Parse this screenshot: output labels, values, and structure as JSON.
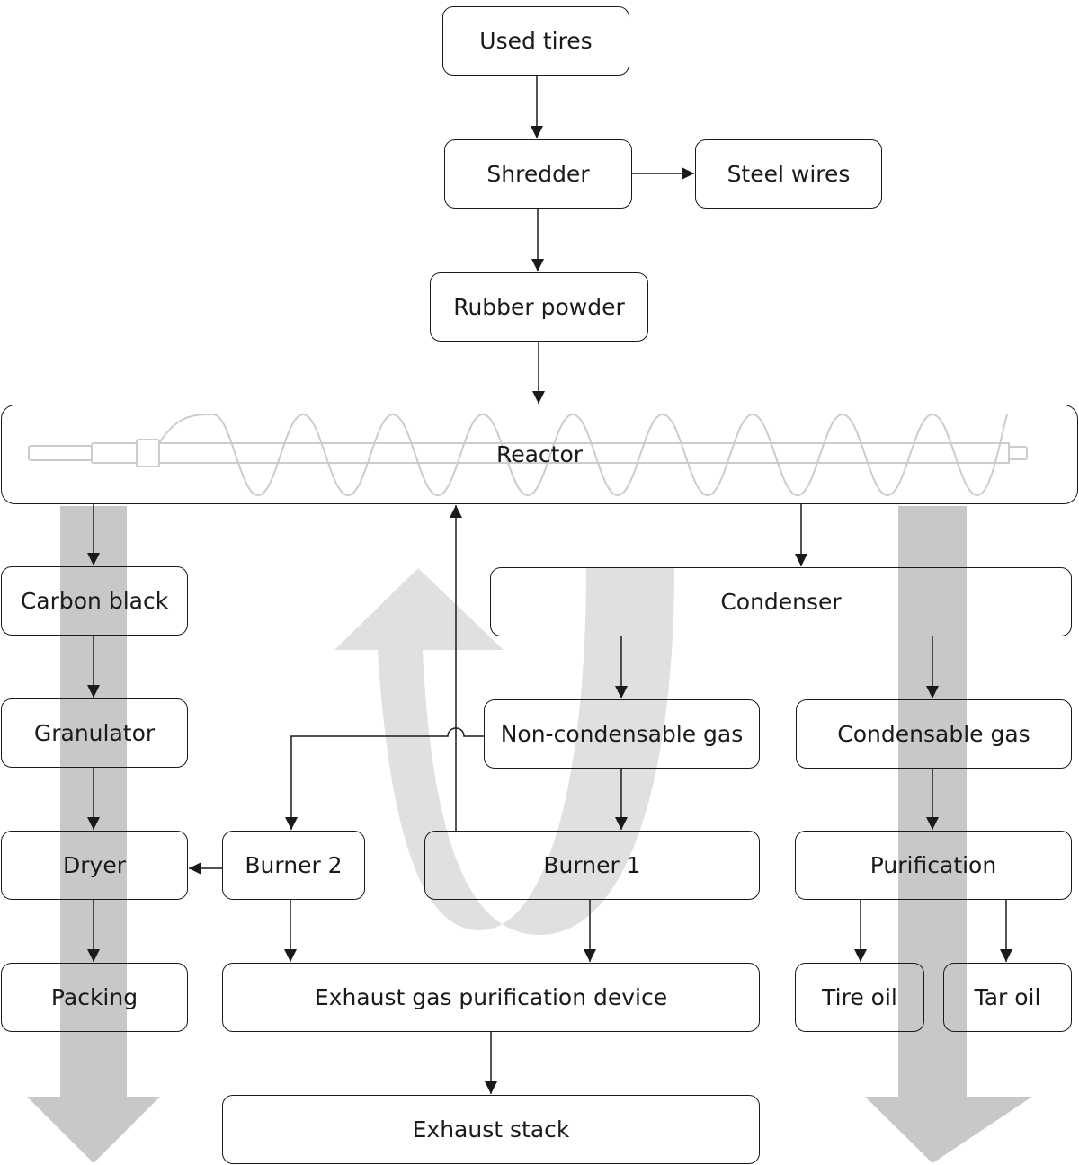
{
  "nodes": {
    "used_tires": "Used tires",
    "shredder": "Shredder",
    "steel_wires": "Steel wires",
    "rubber_powder": "Rubber powder",
    "reactor": "Reactor",
    "carbon_black": "Carbon black",
    "granulator": "Granulator",
    "dryer": "Dryer",
    "packing": "Packing",
    "condenser": "Condenser",
    "non_condensable_gas": "Non-condensable gas",
    "condensable_gas": "Condensable gas",
    "burner_2": "Burner 2",
    "burner_1": "Burner 1",
    "purification": "Purification",
    "exhaust_gas_purification_device": "Exhaust gas purification device",
    "tire_oil": "Tire oil",
    "tar_oil": "Tar oil",
    "exhaust_stack": "Exhaust stack"
  },
  "colors": {
    "box_border": "#1a1a1a",
    "flow_arrow_fill": "#c8c8c8",
    "recycle_arrow_fill": "#e0e0e0",
    "screw_stroke": "#cccccc"
  },
  "icons": [
    "screw-conveyor-icon",
    "flow-down-arrow-icon",
    "recycle-loop-arrow-icon"
  ]
}
